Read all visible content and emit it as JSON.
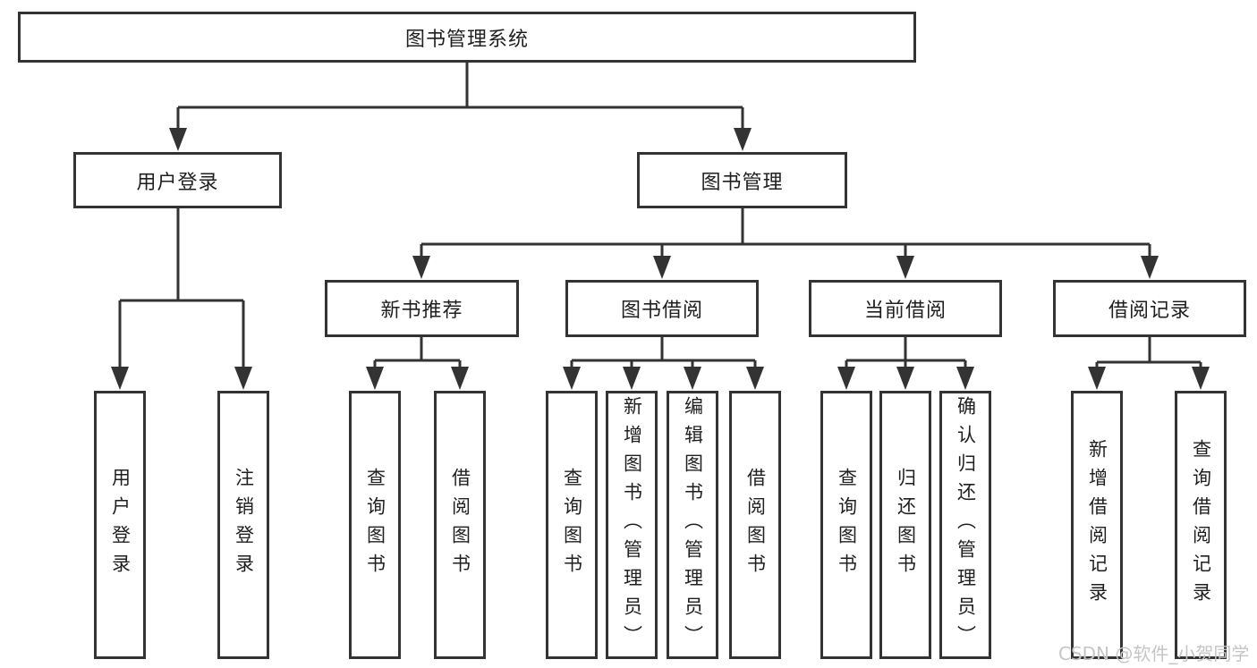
{
  "diagram": {
    "root": {
      "label": "图书管理系统"
    },
    "level2": [
      {
        "label": "用户登录"
      },
      {
        "label": "图书管理"
      }
    ],
    "level3": [
      {
        "label": "新书推荐"
      },
      {
        "label": "图书借阅"
      },
      {
        "label": "当前借阅"
      },
      {
        "label": "借阅记录"
      }
    ],
    "leaves": [
      {
        "label": "用户登录"
      },
      {
        "label": "注销登录"
      },
      {
        "label": "查询图书"
      },
      {
        "label": "借阅图书"
      },
      {
        "label": "查询图书"
      },
      {
        "label": "新增图书（管理员）"
      },
      {
        "label": "编辑图书（管理员）"
      },
      {
        "label": "借阅图书"
      },
      {
        "label": "查询图书"
      },
      {
        "label": "归还图书"
      },
      {
        "label": "确认归还（管理员）"
      },
      {
        "label": "新增借阅记录"
      },
      {
        "label": "查询借阅记录"
      }
    ],
    "watermark": "CSDN @软件_小贺同学",
    "colors": {
      "line": "#333333",
      "text": "#1f1f1f",
      "watermark": "#c5c5c5",
      "background": "#ffffff"
    }
  }
}
